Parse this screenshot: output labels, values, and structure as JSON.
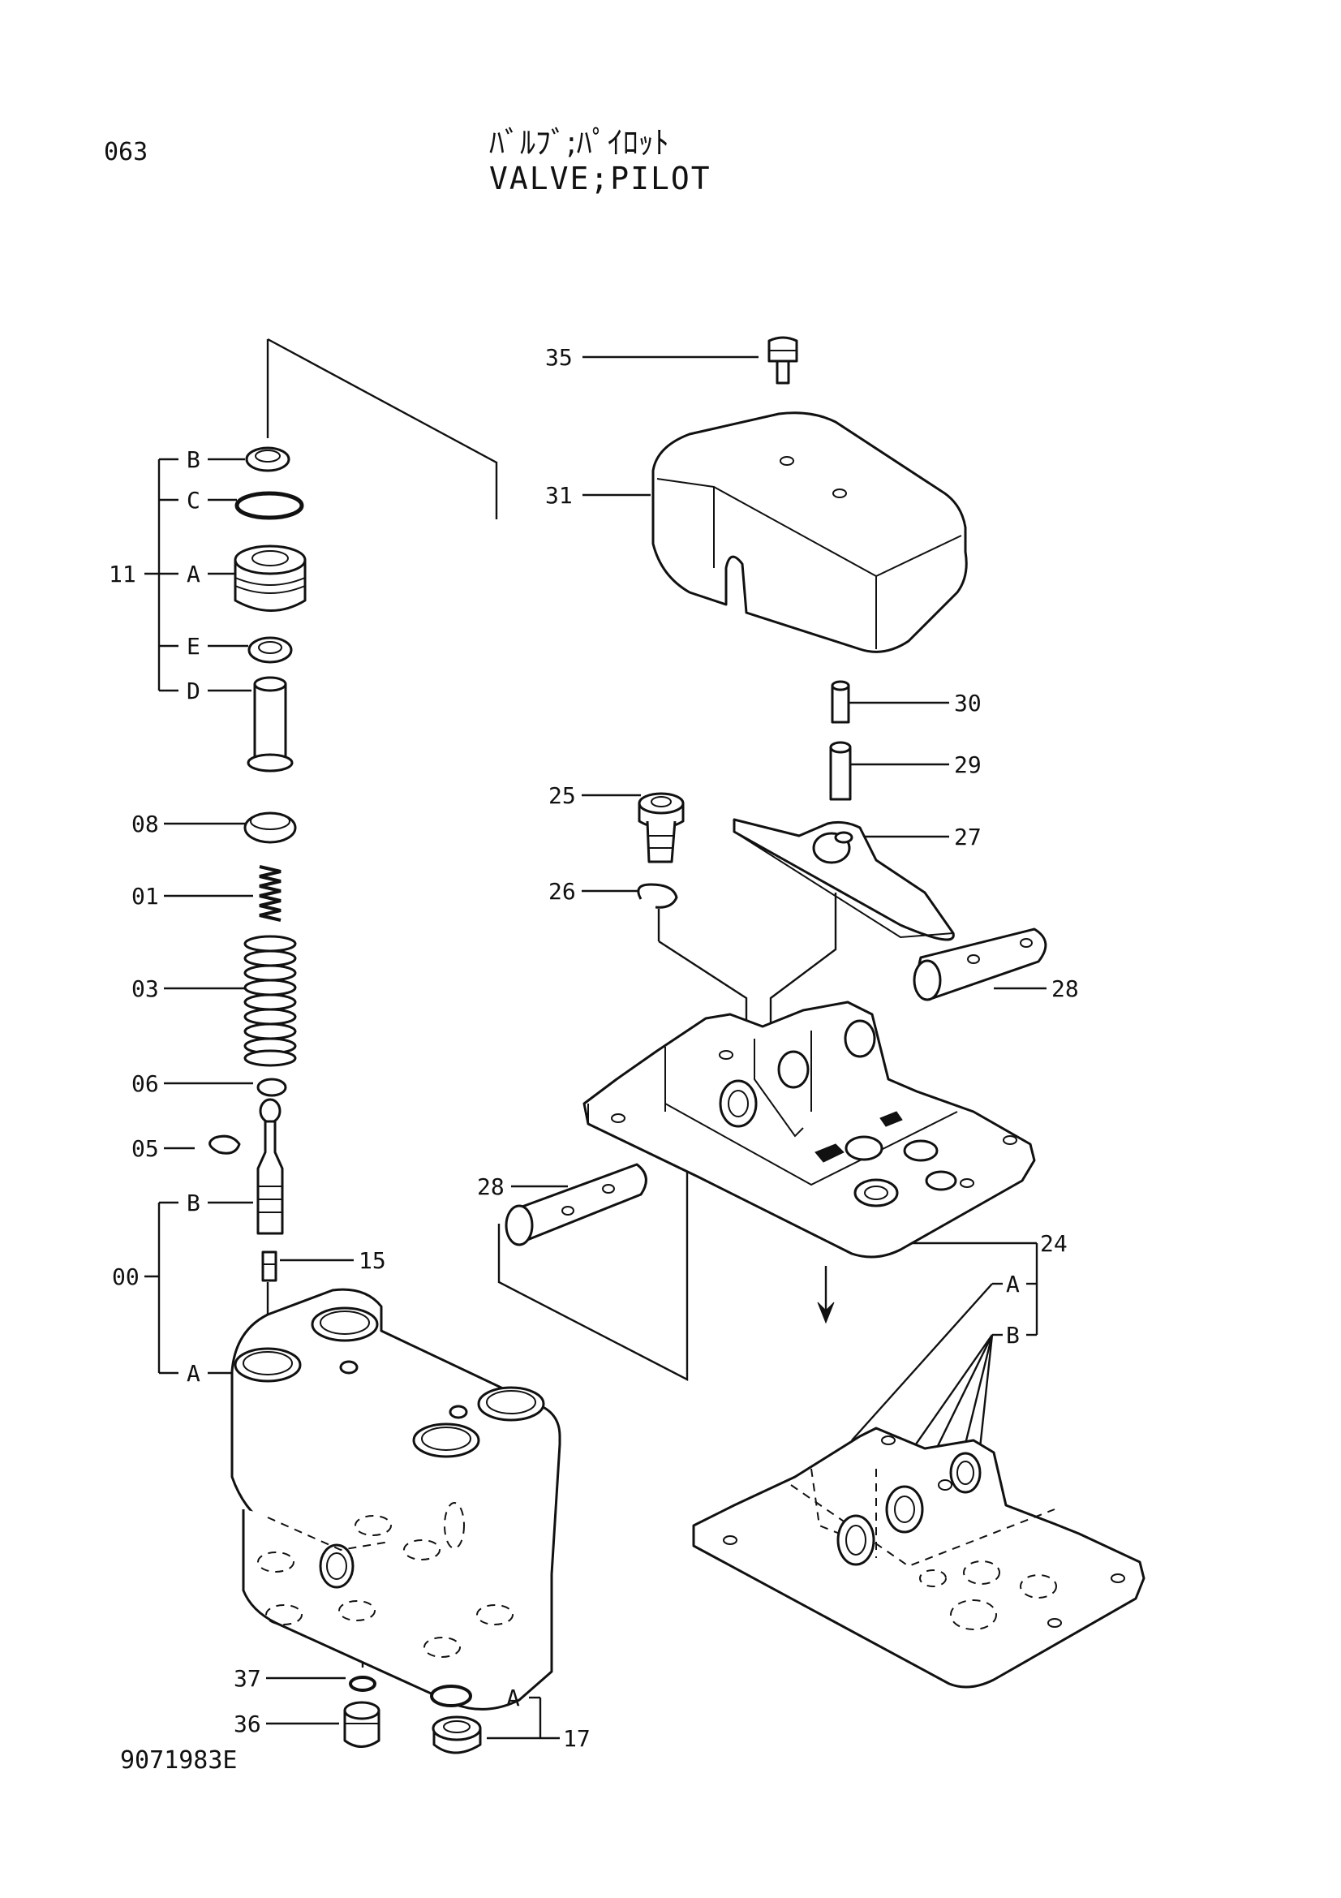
{
  "header": {
    "page_number": "063",
    "title_japanese": "ﾊﾞﾙﾌﾞ;ﾊﾟｲﾛｯﾄ",
    "title_english": "VALVE;PILOT"
  },
  "footer": {
    "drawing_number": "9071983E"
  },
  "callouts": {
    "p11": "11",
    "p11_b": "B",
    "p11_c": "C",
    "p11_a": "A",
    "p11_e": "E",
    "p11_d": "D",
    "p08": "08",
    "p01": "01",
    "p03": "03",
    "p06": "06",
    "p05": "05",
    "p00": "00",
    "p00_b": "B",
    "p00_a": "A",
    "p15": "15",
    "p37": "37",
    "p36": "36",
    "p17": "17",
    "p17_a": "A",
    "p35": "35",
    "p31": "31",
    "p30": "30",
    "p29": "29",
    "p25": "25",
    "p27": "27",
    "p26": "26",
    "p28_upper": "28",
    "p28_lower": "28",
    "p24": "24",
    "p24_a": "A",
    "p24_b": "B"
  }
}
